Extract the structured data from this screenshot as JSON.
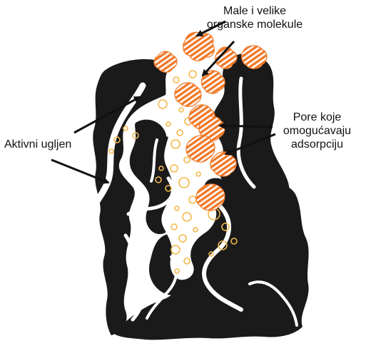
{
  "labels": {
    "molecules": [
      "Male i velike",
      "organske molekule"
    ],
    "carbon": [
      "Aktivni ugljen"
    ],
    "pores": [
      "Pore koje",
      "omogućavaju",
      "adsorpciju"
    ]
  },
  "colors": {
    "carbon": "#1a1a1a",
    "molecule": "#f07a2a",
    "small_molecule": "#f4b84a",
    "background": "#ffffff",
    "text": "#111111"
  },
  "icons": {
    "arrow": "arrow-icon",
    "large_molecule": "striped-blob-icon",
    "small_molecule": "ring-icon"
  }
}
